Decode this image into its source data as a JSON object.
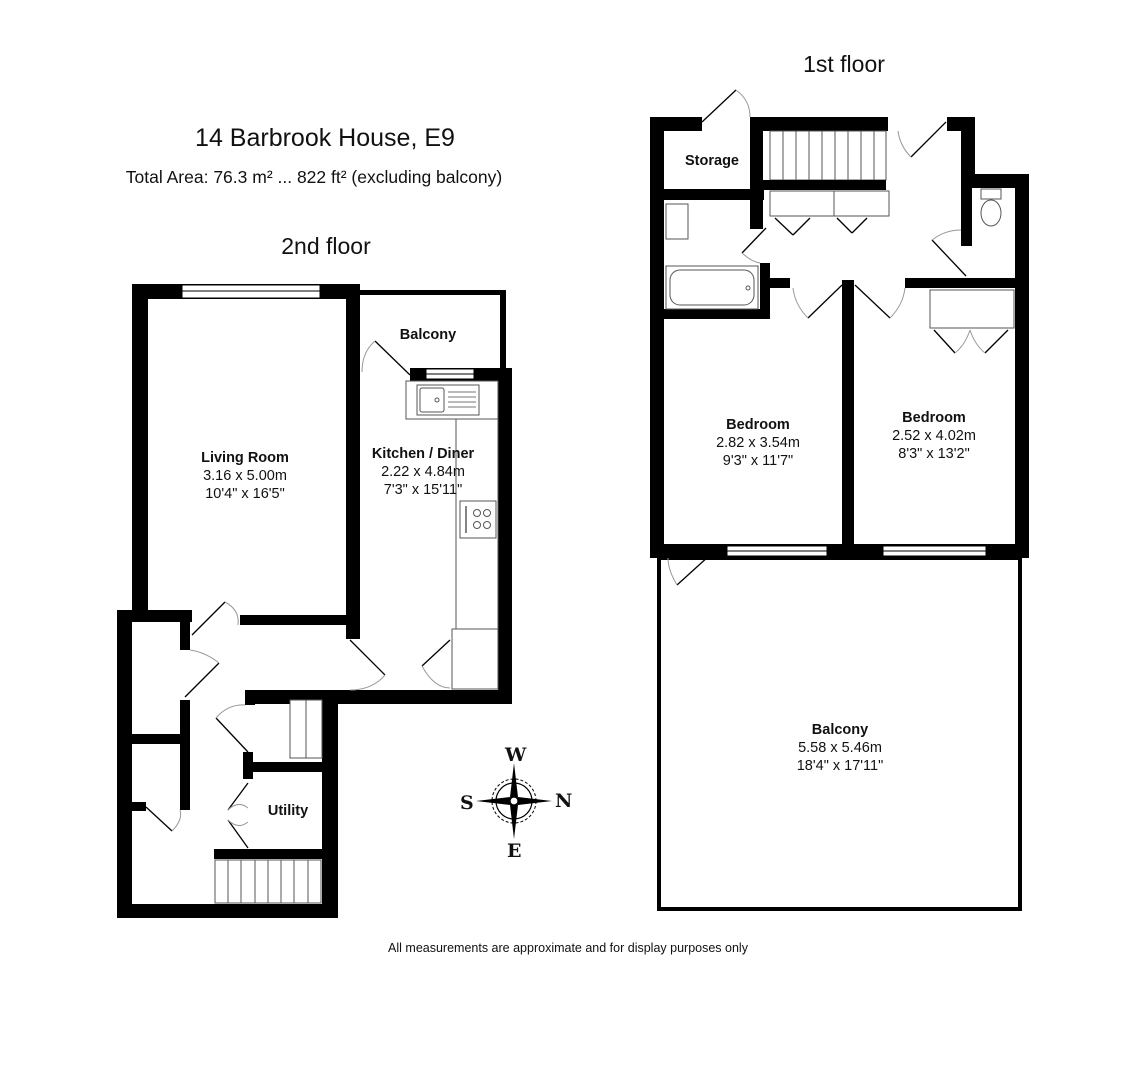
{
  "header": {
    "title": "14 Barbrook House, E9",
    "total_area": "Total Area: 76.3 m² ... 822 ft² (excluding balcony)"
  },
  "floors": [
    {
      "label": "2nd floor",
      "rooms": [
        {
          "name": "Living Room",
          "metric": "3.16 x 5.00m",
          "imperial": "10'4\" x 16'5\""
        },
        {
          "name": "Kitchen / Diner",
          "metric": "2.22 x 4.84m",
          "imperial": "7'3\" x 15'11\""
        },
        {
          "name": "Balcony"
        },
        {
          "name": "Utility"
        }
      ]
    },
    {
      "label": "1st floor",
      "rooms": [
        {
          "name": "Storage"
        },
        {
          "name": "Bedroom",
          "metric": "2.82 x 3.54m",
          "imperial": "9'3\" x 11'7\""
        },
        {
          "name": "Bedroom",
          "metric": "2.52 x 4.02m",
          "imperial": "8'3\" x 13'2\""
        },
        {
          "name": "Balcony",
          "metric": "5.58 x 5.46m",
          "imperial": "18'4\" x 17'11\""
        }
      ]
    }
  ],
  "compass": {
    "icon": "compass-rose-icon",
    "top": "W",
    "right": "N",
    "bottom": "E",
    "left": "S"
  },
  "footer": {
    "disclaimer": "All measurements are approximate and for display purposes only"
  },
  "colors": {
    "wall": "#000000",
    "background": "#ffffff",
    "fixture_line": "#555555",
    "door_arc": "#999999"
  }
}
